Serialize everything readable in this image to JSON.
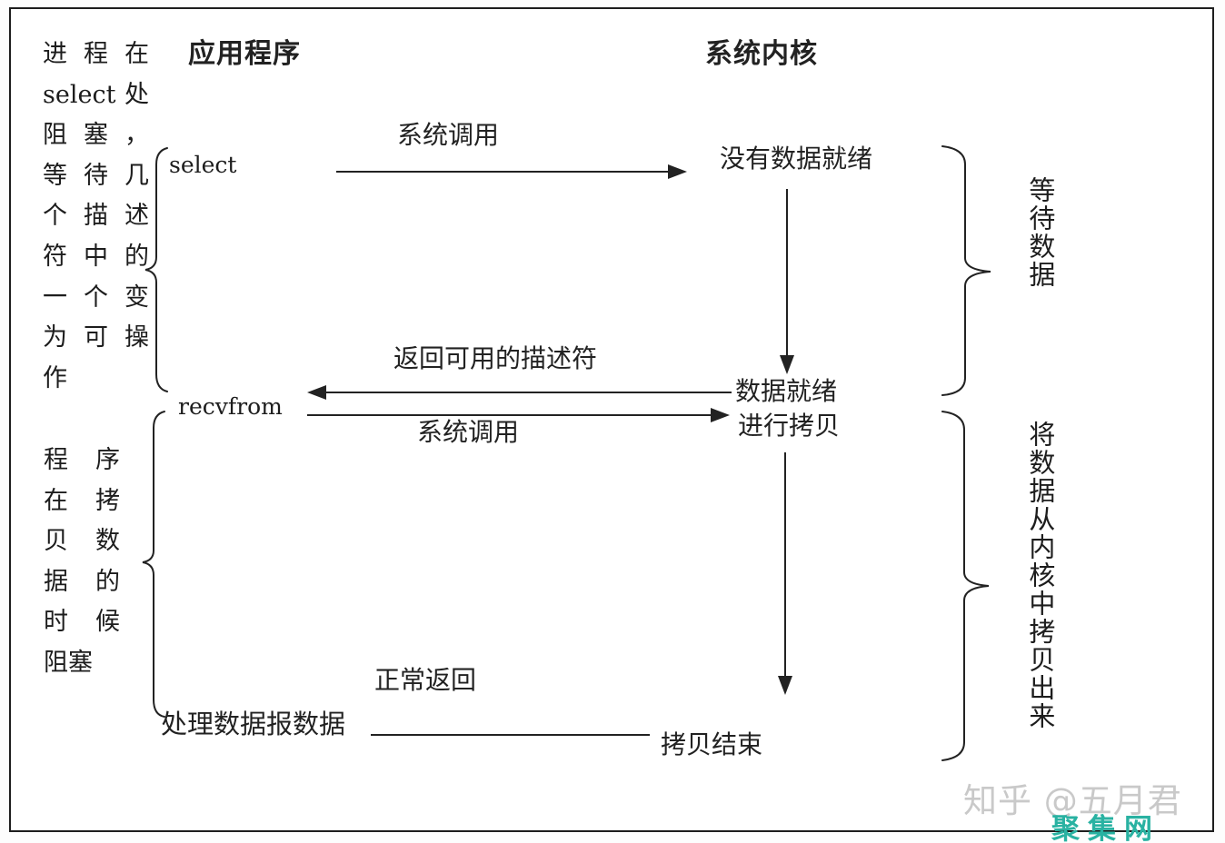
{
  "headers": {
    "application": "应用程序",
    "kernel": "系统内核"
  },
  "side_notes": {
    "select_blocking": {
      "rows": [
        "进 程 在",
        "select 处",
        "阻 塞 ，",
        "等 待 几",
        "个 描 述",
        "符 中 的",
        "一 个 变",
        "为 可 操",
        "作"
      ]
    },
    "copy_blocking": {
      "rows": [
        "程 序",
        "在 拷",
        "贝 数",
        "据 的",
        "时 候",
        "阻塞"
      ]
    }
  },
  "calls": {
    "select": "select",
    "recvfrom": "recvfrom"
  },
  "flow": {
    "syscall_1": "系统调用",
    "no_data_ready": "没有数据就绪",
    "return_descriptor": "返回可用的描述符",
    "syscall_2": "系统调用",
    "data_ready": "数据就绪",
    "do_copy": "进行拷贝",
    "normal_return": "正常返回",
    "process_datagram": "处理数据报数据",
    "copy_complete": "拷贝结束"
  },
  "annotations": {
    "wait_data": "等待数据",
    "copy_from_kernel": "将数据从内核中拷贝出来"
  },
  "watermarks": {
    "zhihu": "知乎 @五月君",
    "juji": "聚集网"
  },
  "colors": {
    "ink": "#222222",
    "watermark_gray": "#c9c9c9",
    "brand_teal": "#29b2a2",
    "background": "#ffffff"
  }
}
